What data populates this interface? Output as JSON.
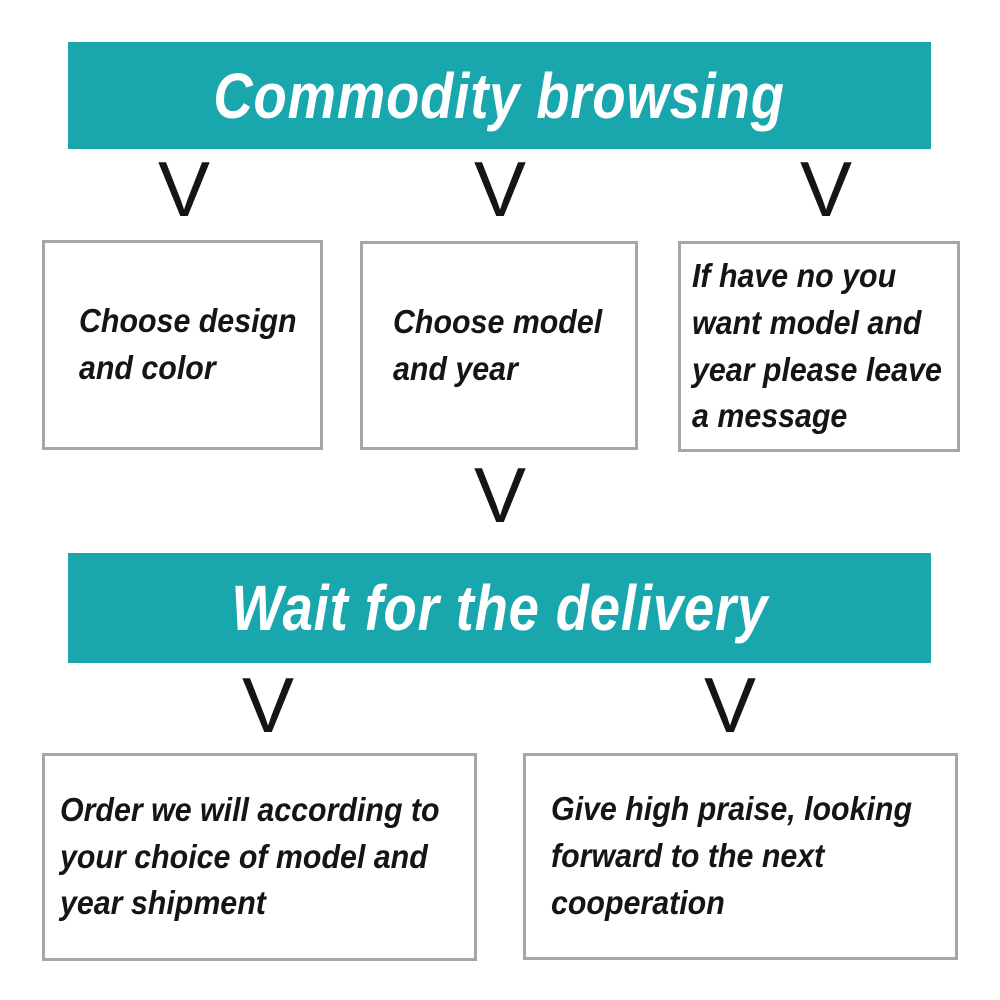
{
  "colors": {
    "accent": "#19a6ac",
    "box_border": "#a6a6a6",
    "text": "#151515",
    "banner_text": "#ffffff",
    "background": "#ffffff"
  },
  "arrow_glyph": "V",
  "banner_top": {
    "label": "Commodity browsing"
  },
  "banner_mid": {
    "label": "Wait for the delivery"
  },
  "row1_boxes": [
    {
      "text": "Choose design\nand color"
    },
    {
      "text": "Choose model\nand year"
    },
    {
      "text": "If have no you\nwant model and\nyear please leave\na message"
    }
  ],
  "row2_boxes": [
    {
      "text": "Order we will according to\nyour choice of model and\nyear shipment"
    },
    {
      "text": "Give high praise, looking\nforward to the next\ncooperation"
    }
  ]
}
